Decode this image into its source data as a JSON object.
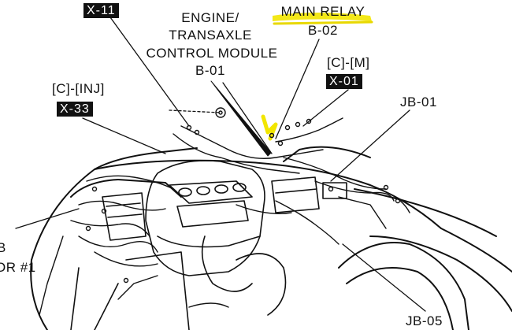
{
  "labels": {
    "x11": "X-11",
    "ecm_line1": "ENGINE/",
    "ecm_line2": "TRANSAXLE",
    "ecm_line3": "CONTROL MODULE",
    "ecm_code": "B-01",
    "main_relay": "MAIN RELAY",
    "main_relay_code": "B-02",
    "cm_bracket": "[C]-[M]",
    "x01": "X-01",
    "cinj_bracket": "[C]-[INJ]",
    "x33": "X-33",
    "jb01": "JB-01",
    "left_cut_b": "B",
    "left_cut_or1": "OR #1",
    "jb05": "JB-05"
  },
  "colors": {
    "ink": "#111111",
    "tag_fill": "#111111",
    "tag_text": "#ffffff",
    "highlight": "#f2e600",
    "page": "#ffffff"
  }
}
